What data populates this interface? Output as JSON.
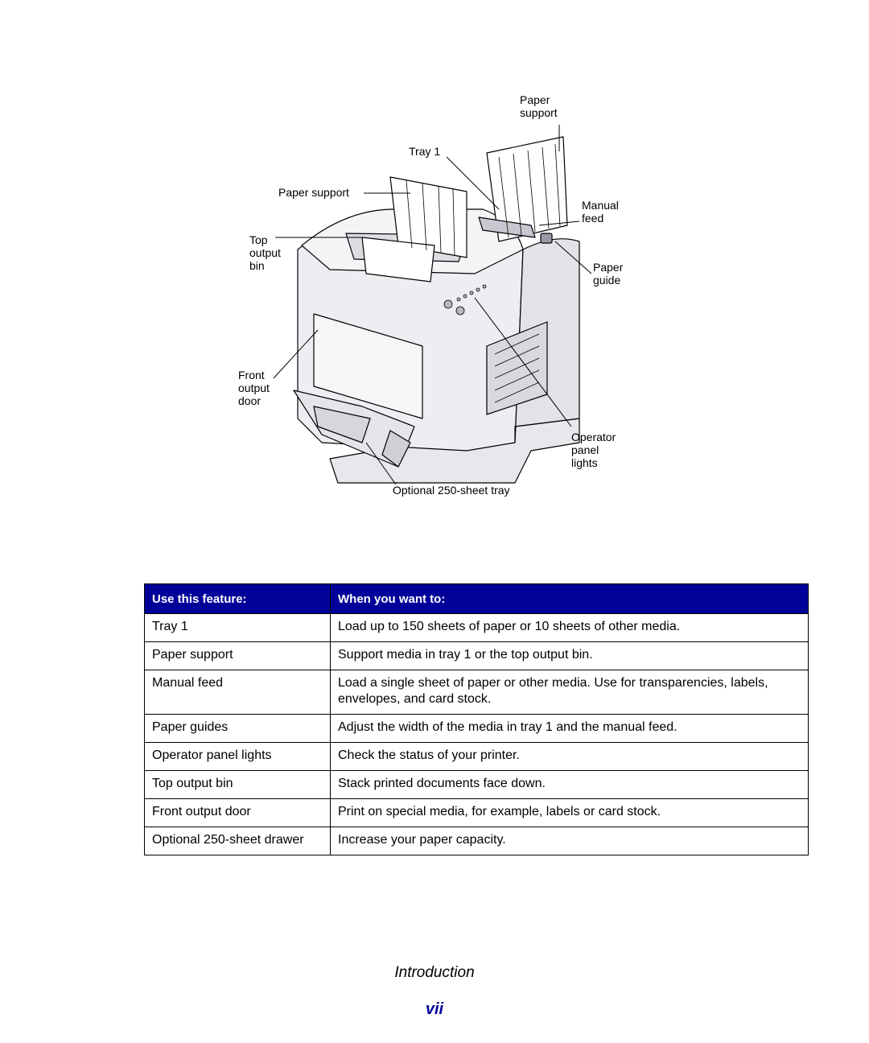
{
  "figure": {
    "callouts": {
      "paper_support_top": "Paper\nsupport",
      "tray1": "Tray 1",
      "paper_support": "Paper support",
      "manual_feed": "Manual\nfeed",
      "top_output_bin": "Top\noutput\nbin",
      "paper_guide": "Paper\nguide",
      "front_output_door": "Front\noutput\ndoor",
      "operator_panel_lights": "Operator\npanel\nlights",
      "optional_tray": "Optional 250-sheet tray"
    }
  },
  "table": {
    "headers": [
      "Use this feature:",
      "When you want to:"
    ],
    "rows": [
      [
        "Tray 1",
        "Load up to 150 sheets of paper or 10 sheets of other media."
      ],
      [
        "Paper support",
        "Support media in tray 1 or the top output bin."
      ],
      [
        "Manual feed",
        "Load a single sheet of paper or other media. Use for transparencies, labels, envelopes, and card stock."
      ],
      [
        "Paper guides",
        "Adjust the width of the media in tray 1 and the manual feed."
      ],
      [
        "Operator panel lights",
        "Check the status of your printer."
      ],
      [
        "Top output bin",
        "Stack printed documents face down."
      ],
      [
        "Front output door",
        "Print on special media, for example, labels or card stock."
      ],
      [
        "Optional 250-sheet drawer",
        "Increase your paper capacity."
      ]
    ]
  },
  "footer": {
    "section_title": "Introduction",
    "page_number": "vii"
  },
  "colors": {
    "header_bg": "#010199",
    "page_number": "#010199"
  }
}
